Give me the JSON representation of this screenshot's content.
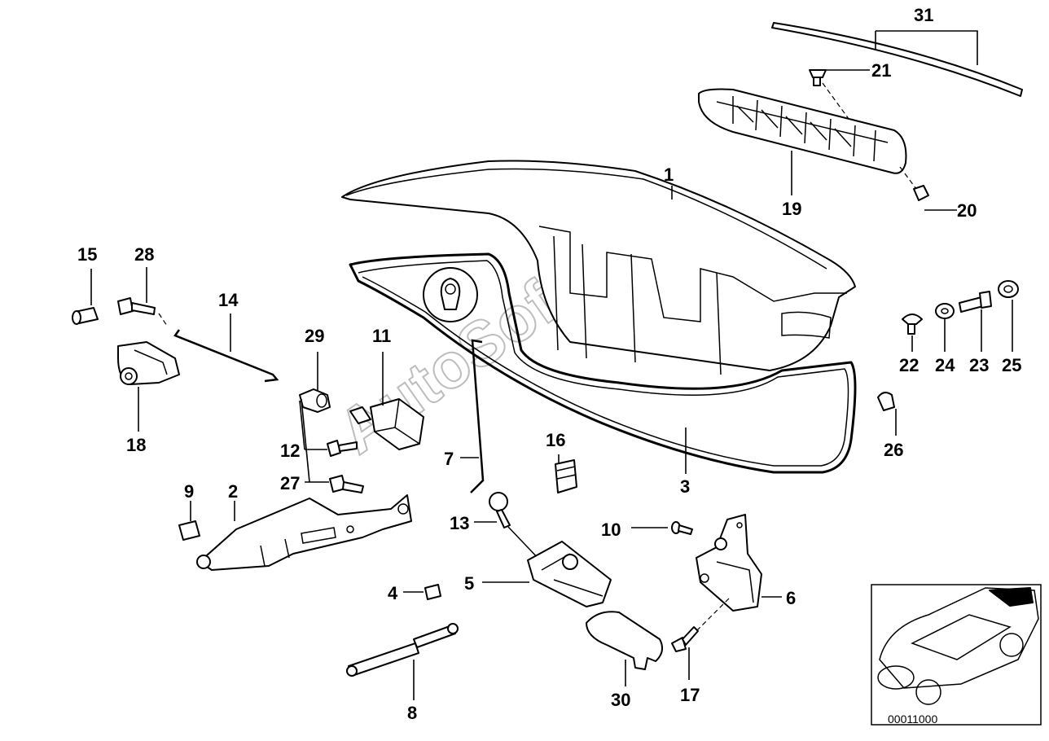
{
  "diagram": {
    "part_labels": [
      "1",
      "2",
      "3",
      "4",
      "5",
      "6",
      "7",
      "8",
      "9",
      "10",
      "11",
      "12",
      "13",
      "14",
      "15",
      "16",
      "17",
      "18",
      "19",
      "20",
      "21",
      "22",
      "23",
      "24",
      "25",
      "26",
      "27",
      "28",
      "29",
      "30",
      "31"
    ],
    "watermark": "AutoSoft",
    "inset_code": "00011000"
  }
}
